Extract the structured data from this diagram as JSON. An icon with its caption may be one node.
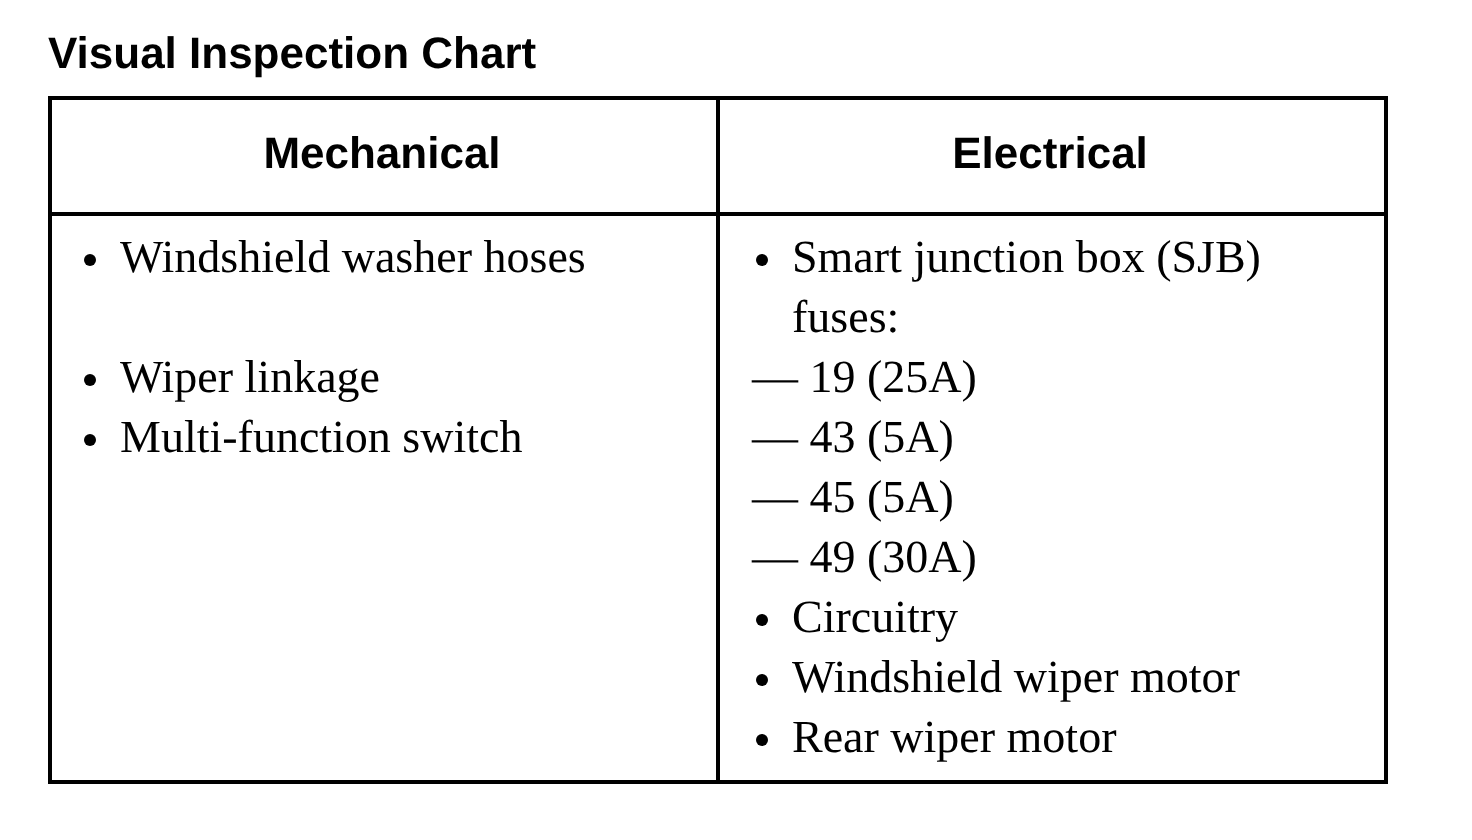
{
  "diagram": {
    "title": "Visual Inspection Chart",
    "labels": [
      "Mechanical",
      "Electrical",
      "Windshield washer hoses",
      "Wiper linkage",
      "Multi-function switch",
      "Smart junction box (SJB) fuses:",
      "— 19 (25A)",
      "— 43 (5A)",
      "— 45 (5A)",
      "— 49 (30A)",
      "Circuitry",
      "Windshield wiper motor",
      "Rear wiper motor"
    ]
  }
}
